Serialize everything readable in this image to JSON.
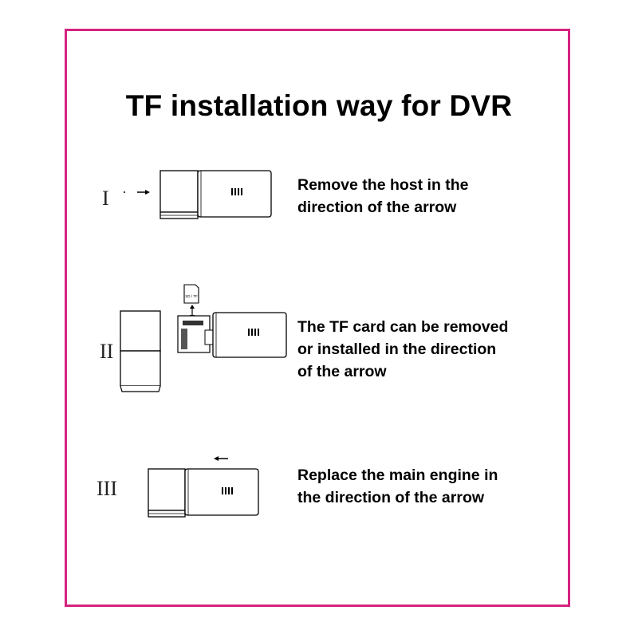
{
  "title": "TF installation way for DVR",
  "steps": [
    {
      "numeral": "I",
      "lines": [
        "Remove the host in the",
        "direction of the arrow"
      ]
    },
    {
      "numeral": "II",
      "lines": [
        "The TF card can be removed",
        "or installed in the direction",
        "of the arrow"
      ],
      "card_label": "SD / TF"
    },
    {
      "numeral": "III",
      "lines": [
        "Replace the main engine in",
        "the direction of the arrow"
      ]
    }
  ],
  "colors": {
    "border": "#d6237f",
    "text": "#000000"
  }
}
